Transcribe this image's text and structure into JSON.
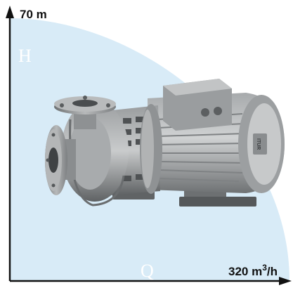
{
  "axes": {
    "y_label": "70 m",
    "y_letter": "H",
    "x_label": "320 m",
    "x_label_sup": "3",
    "x_label_suffix": "/h",
    "x_letter": "Q"
  },
  "colors": {
    "range_fill": "#d8ebf7",
    "axis": "#111111",
    "pump_body": "#8d9092",
    "pump_dark": "#4d5052",
    "pump_light": "#c4c6c7"
  },
  "icons": {
    "pump": "centrifugal-pump-icon"
  }
}
